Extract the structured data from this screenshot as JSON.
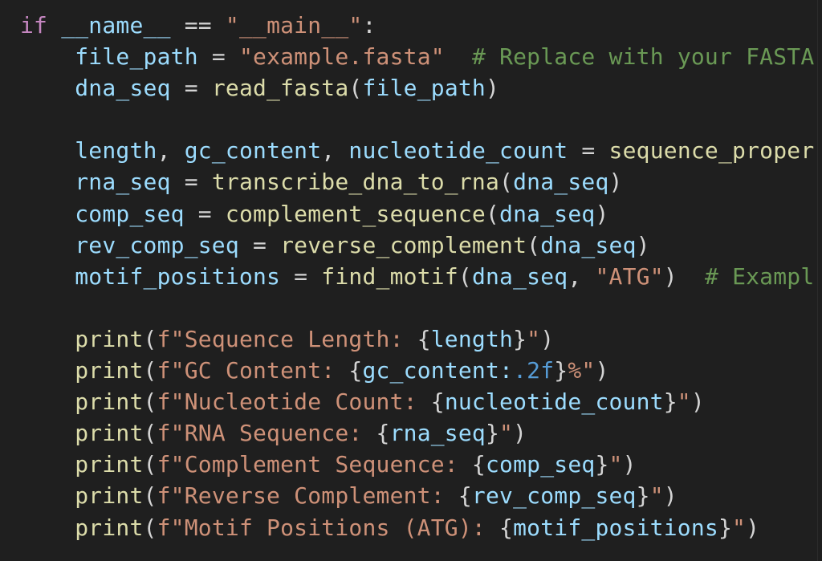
{
  "editor": {
    "language": "python",
    "theme_colors": {
      "background": "#1f1f1f",
      "keyword": "#c586c0",
      "variable": "#9cdcfe",
      "string": "#ce9178",
      "function": "#dcdcaa",
      "comment": "#6a9955",
      "format_spec": "#569cd6",
      "punctuation": "#d4d4d4"
    },
    "lines": [
      {
        "tokens": [
          {
            "t": "if",
            "c": "kw"
          },
          {
            "t": " ",
            "c": "op"
          },
          {
            "t": "__name__",
            "c": "var"
          },
          {
            "t": " == ",
            "c": "op"
          },
          {
            "t": "\"__main__\"",
            "c": "str"
          },
          {
            "t": ":",
            "c": "op"
          }
        ]
      },
      {
        "tokens": [
          {
            "t": "    ",
            "c": "op"
          },
          {
            "t": "file_path",
            "c": "var"
          },
          {
            "t": " = ",
            "c": "op"
          },
          {
            "t": "\"example.fasta\"",
            "c": "str"
          },
          {
            "t": "  ",
            "c": "op"
          },
          {
            "t": "# Replace with your FASTA",
            "c": "cm"
          }
        ]
      },
      {
        "tokens": [
          {
            "t": "    ",
            "c": "op"
          },
          {
            "t": "dna_seq",
            "c": "var"
          },
          {
            "t": " = ",
            "c": "op"
          },
          {
            "t": "read_fasta",
            "c": "fn"
          },
          {
            "t": "(",
            "c": "punc"
          },
          {
            "t": "file_path",
            "c": "var"
          },
          {
            "t": ")",
            "c": "punc"
          }
        ]
      },
      {
        "tokens": []
      },
      {
        "tokens": [
          {
            "t": "    ",
            "c": "op"
          },
          {
            "t": "length",
            "c": "var"
          },
          {
            "t": ", ",
            "c": "op"
          },
          {
            "t": "gc_content",
            "c": "var"
          },
          {
            "t": ", ",
            "c": "op"
          },
          {
            "t": "nucleotide_count",
            "c": "var"
          },
          {
            "t": " = ",
            "c": "op"
          },
          {
            "t": "sequence_proper",
            "c": "fn"
          }
        ]
      },
      {
        "tokens": [
          {
            "t": "    ",
            "c": "op"
          },
          {
            "t": "rna_seq",
            "c": "var"
          },
          {
            "t": " = ",
            "c": "op"
          },
          {
            "t": "transcribe_dna_to_rna",
            "c": "fn"
          },
          {
            "t": "(",
            "c": "punc"
          },
          {
            "t": "dna_seq",
            "c": "var"
          },
          {
            "t": ")",
            "c": "punc"
          }
        ]
      },
      {
        "tokens": [
          {
            "t": "    ",
            "c": "op"
          },
          {
            "t": "comp_seq",
            "c": "var"
          },
          {
            "t": " = ",
            "c": "op"
          },
          {
            "t": "complement_sequence",
            "c": "fn"
          },
          {
            "t": "(",
            "c": "punc"
          },
          {
            "t": "dna_seq",
            "c": "var"
          },
          {
            "t": ")",
            "c": "punc"
          }
        ]
      },
      {
        "tokens": [
          {
            "t": "    ",
            "c": "op"
          },
          {
            "t": "rev_comp_seq",
            "c": "var"
          },
          {
            "t": " = ",
            "c": "op"
          },
          {
            "t": "reverse_complement",
            "c": "fn"
          },
          {
            "t": "(",
            "c": "punc"
          },
          {
            "t": "dna_seq",
            "c": "var"
          },
          {
            "t": ")",
            "c": "punc"
          }
        ]
      },
      {
        "tokens": [
          {
            "t": "    ",
            "c": "op"
          },
          {
            "t": "motif_positions",
            "c": "var"
          },
          {
            "t": " = ",
            "c": "op"
          },
          {
            "t": "find_motif",
            "c": "fn"
          },
          {
            "t": "(",
            "c": "punc"
          },
          {
            "t": "dna_seq",
            "c": "var"
          },
          {
            "t": ", ",
            "c": "op"
          },
          {
            "t": "\"ATG\"",
            "c": "str"
          },
          {
            "t": ")",
            "c": "punc"
          },
          {
            "t": "  ",
            "c": "op"
          },
          {
            "t": "# Exampl",
            "c": "cm"
          }
        ]
      },
      {
        "tokens": []
      },
      {
        "tokens": [
          {
            "t": "    ",
            "c": "op"
          },
          {
            "t": "print",
            "c": "fn"
          },
          {
            "t": "(",
            "c": "punc"
          },
          {
            "t": "f\"Sequence Length: ",
            "c": "str"
          },
          {
            "t": "{",
            "c": "punc"
          },
          {
            "t": "length",
            "c": "var"
          },
          {
            "t": "}",
            "c": "punc"
          },
          {
            "t": "\"",
            "c": "str"
          },
          {
            "t": ")",
            "c": "punc"
          }
        ]
      },
      {
        "tokens": [
          {
            "t": "    ",
            "c": "op"
          },
          {
            "t": "print",
            "c": "fn"
          },
          {
            "t": "(",
            "c": "punc"
          },
          {
            "t": "f\"GC Content: ",
            "c": "str"
          },
          {
            "t": "{",
            "c": "punc"
          },
          {
            "t": "gc_content",
            "c": "var"
          },
          {
            "t": ":",
            "c": "var"
          },
          {
            "t": ".2f",
            "c": "fmt"
          },
          {
            "t": "}",
            "c": "punc"
          },
          {
            "t": "%\"",
            "c": "str"
          },
          {
            "t": ")",
            "c": "punc"
          }
        ]
      },
      {
        "tokens": [
          {
            "t": "    ",
            "c": "op"
          },
          {
            "t": "print",
            "c": "fn"
          },
          {
            "t": "(",
            "c": "punc"
          },
          {
            "t": "f\"Nucleotide Count: ",
            "c": "str"
          },
          {
            "t": "{",
            "c": "punc"
          },
          {
            "t": "nucleotide_count",
            "c": "var"
          },
          {
            "t": "}",
            "c": "punc"
          },
          {
            "t": "\"",
            "c": "str"
          },
          {
            "t": ")",
            "c": "punc"
          }
        ]
      },
      {
        "tokens": [
          {
            "t": "    ",
            "c": "op"
          },
          {
            "t": "print",
            "c": "fn"
          },
          {
            "t": "(",
            "c": "punc"
          },
          {
            "t": "f\"RNA Sequence: ",
            "c": "str"
          },
          {
            "t": "{",
            "c": "punc"
          },
          {
            "t": "rna_seq",
            "c": "var"
          },
          {
            "t": "}",
            "c": "punc"
          },
          {
            "t": "\"",
            "c": "str"
          },
          {
            "t": ")",
            "c": "punc"
          }
        ]
      },
      {
        "tokens": [
          {
            "t": "    ",
            "c": "op"
          },
          {
            "t": "print",
            "c": "fn"
          },
          {
            "t": "(",
            "c": "punc"
          },
          {
            "t": "f\"Complement Sequence: ",
            "c": "str"
          },
          {
            "t": "{",
            "c": "punc"
          },
          {
            "t": "comp_seq",
            "c": "var"
          },
          {
            "t": "}",
            "c": "punc"
          },
          {
            "t": "\"",
            "c": "str"
          },
          {
            "t": ")",
            "c": "punc"
          }
        ]
      },
      {
        "tokens": [
          {
            "t": "    ",
            "c": "op"
          },
          {
            "t": "print",
            "c": "fn"
          },
          {
            "t": "(",
            "c": "punc"
          },
          {
            "t": "f\"Reverse Complement: ",
            "c": "str"
          },
          {
            "t": "{",
            "c": "punc"
          },
          {
            "t": "rev_comp_seq",
            "c": "var"
          },
          {
            "t": "}",
            "c": "punc"
          },
          {
            "t": "\"",
            "c": "str"
          },
          {
            "t": ")",
            "c": "punc"
          }
        ]
      },
      {
        "tokens": [
          {
            "t": "    ",
            "c": "op"
          },
          {
            "t": "print",
            "c": "fn"
          },
          {
            "t": "(",
            "c": "punc"
          },
          {
            "t": "f\"Motif Positions (ATG): ",
            "c": "str"
          },
          {
            "t": "{",
            "c": "punc"
          },
          {
            "t": "motif_positions",
            "c": "var"
          },
          {
            "t": "}",
            "c": "punc"
          },
          {
            "t": "\"",
            "c": "str"
          },
          {
            "t": ")",
            "c": "punc"
          }
        ]
      }
    ]
  }
}
